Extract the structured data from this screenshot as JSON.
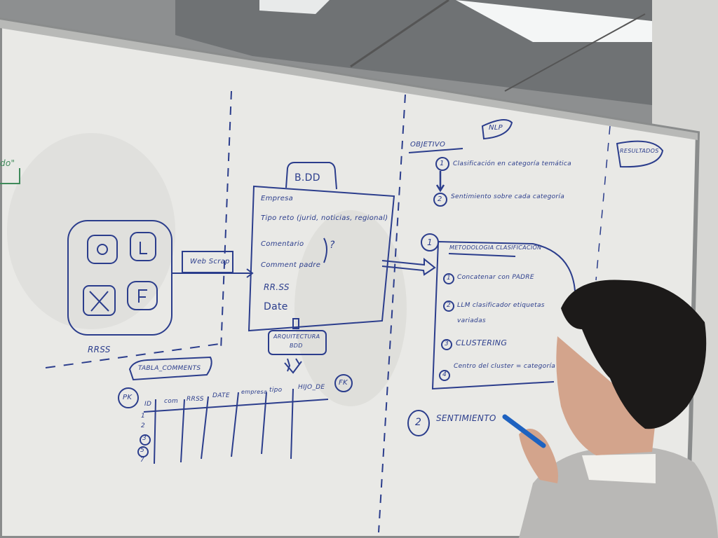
{
  "board": {
    "ink_color": "#2b3d8c",
    "sources": {
      "caption": "RRSS",
      "icons": [
        "instagram-icon",
        "linkedin-icon",
        "x-icon",
        "facebook-icon"
      ],
      "arrow_label": "Web Scrap"
    },
    "database": {
      "tab": "B.DD",
      "fields": [
        "Empresa",
        "Tipo reto (jurid, noticias, regional)",
        "Comentario",
        "Comment padre",
        "RR.SS",
        "Date"
      ],
      "question_mark": "?",
      "architecture_label_line1": "ARQUITECTURA",
      "architecture_label_line2": "BDD"
    },
    "table": {
      "name": "TABLA_COMMENTS",
      "pk": "PK",
      "fk": "FK",
      "columns": [
        "ID",
        "com",
        "RRSS",
        "DATE",
        "empresa",
        "tipo",
        "HIJO_DE"
      ],
      "id_values": [
        "1",
        "2",
        "3",
        "5",
        "7"
      ]
    },
    "nlp": {
      "title": "NLP",
      "objective_heading": "OBJETIVO",
      "objectives": [
        {
          "num": "1",
          "text": "Clasificación en categoría temática"
        },
        {
          "num": "2",
          "text": "Sentimiento sobre cada categoría"
        }
      ],
      "methodology": {
        "num": "1",
        "title": "METODOLOGIA CLASIFICACIÓN",
        "steps": [
          {
            "num": "1",
            "text": "Concatenar con PADRE"
          },
          {
            "num": "2",
            "text": "LLM clasificador etiquetas variadas"
          },
          {
            "num": "3",
            "text": "CLUSTERING"
          },
          {
            "num": "4",
            "text": "Centro del cluster = categoría"
          }
        ]
      },
      "sentiment": {
        "num": "2",
        "text": "SENTIMIENTO"
      }
    },
    "results_label": "RESULTADOS",
    "left_edge_fragment": "do\""
  }
}
